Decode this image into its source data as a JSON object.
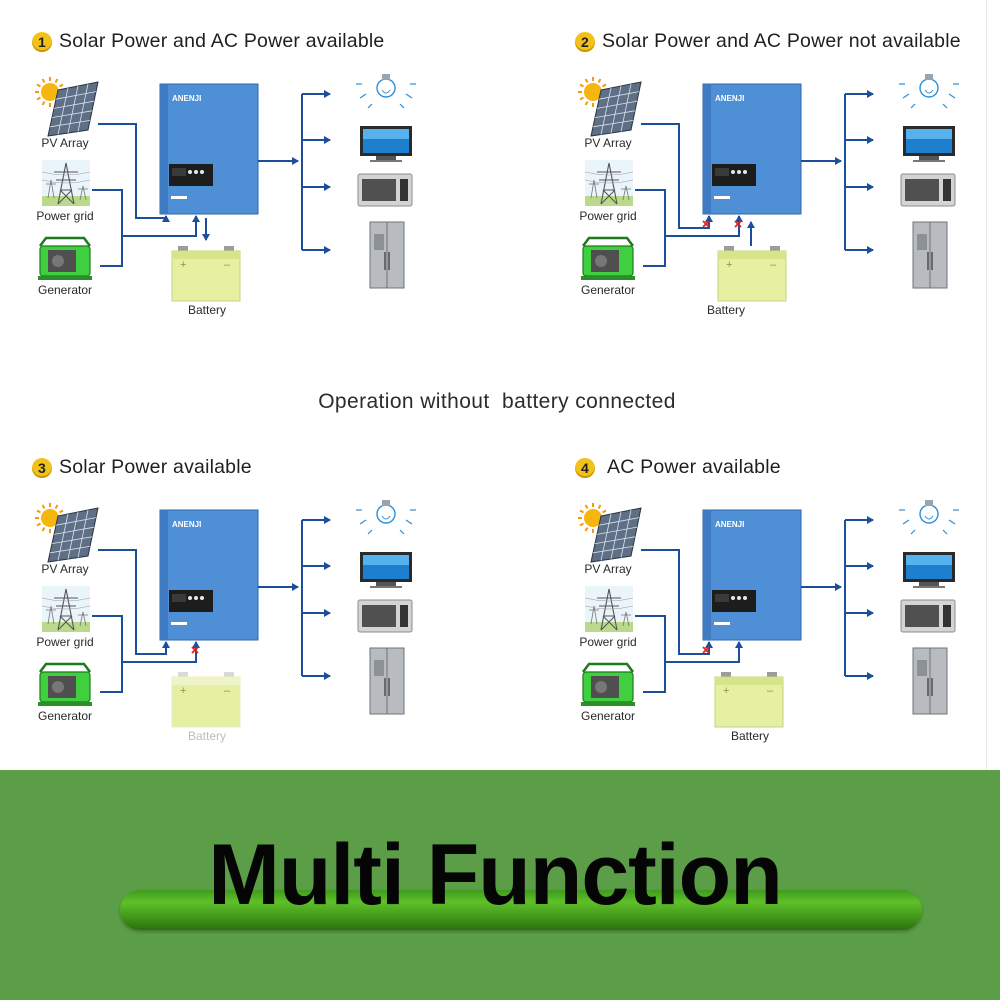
{
  "diagrams": [
    {
      "number": "1",
      "title": "Solar Power and AC Power available",
      "labels": {
        "pv": "PV Array",
        "grid": "Power grid",
        "generator": "Generator",
        "battery": "Battery"
      },
      "battery_active": true,
      "inverter_brand": "ANENJI"
    },
    {
      "number": "2",
      "title": "Solar Power and AC Power not available",
      "labels": {
        "pv": "PV Array",
        "grid": "Power grid",
        "generator": "Generator",
        "battery": "Battery"
      },
      "battery_active": true,
      "inverter_brand": "ANENJI"
    },
    {
      "number": "3",
      "title": "Solar Power available",
      "labels": {
        "pv": "PV Array",
        "grid": "Power grid",
        "generator": "Generator",
        "battery": "Battery"
      },
      "battery_active": false,
      "inverter_brand": "ANENJI"
    },
    {
      "number": "4",
      "title": "AC Power available",
      "labels": {
        "pv": "PV Array",
        "grid": "Power grid",
        "generator": "Generator",
        "battery": "Battery"
      },
      "battery_active": true,
      "inverter_brand": "ANENJI"
    }
  ],
  "middle_caption": "Operation without  battery connected",
  "banner": {
    "title": "Multi Function"
  },
  "colors": {
    "wire": "#1b4f9c",
    "inverter": "#4f8fd6",
    "battery": "#e6f0a3",
    "generator": "#3fcf3f",
    "cross": "#e0201b",
    "banner_bg": "#5b9e47"
  },
  "icons": [
    "solar-panel-icon",
    "power-pylon-icon",
    "generator-icon",
    "battery-icon",
    "inverter-icon",
    "light-bulb-icon",
    "tv-icon",
    "microwave-icon",
    "refrigerator-icon"
  ]
}
